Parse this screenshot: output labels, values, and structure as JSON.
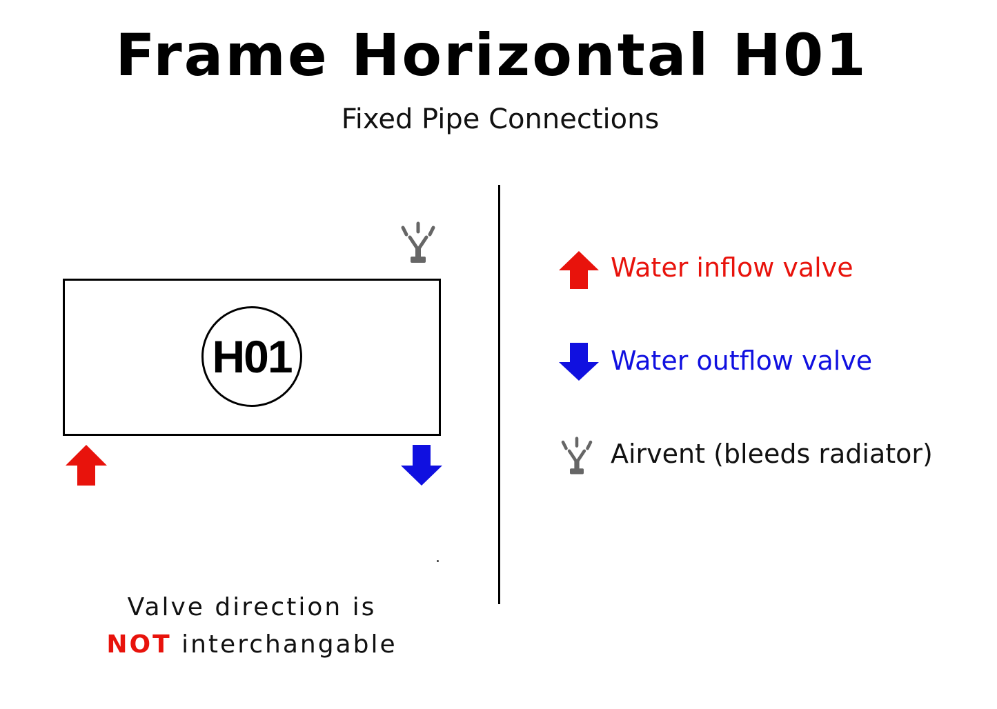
{
  "header": {
    "title": "Frame Horizontal H01",
    "subtitle": "Fixed Pipe Connections"
  },
  "diagram": {
    "badge_label": "H01",
    "icons": {
      "inflow": "arrow-up-icon",
      "outflow": "arrow-down-icon",
      "airvent": "airvent-icon"
    }
  },
  "legend": {
    "items": [
      {
        "icon": "arrow-up-icon",
        "label": "Water inflow valve",
        "color": "#e8130c"
      },
      {
        "icon": "arrow-down-icon",
        "label": "Water outflow valve",
        "color": "#1010e0"
      },
      {
        "icon": "airvent-icon",
        "label": "Airvent (bleeds radiator)",
        "color": "#111111"
      }
    ]
  },
  "note": {
    "line1": "Valve direction is",
    "emphasis": "NOT",
    "line2_rest": " interchangable"
  },
  "colors": {
    "inflow": "#e8130c",
    "outflow": "#1010e0",
    "airvent": "#666666",
    "outline": "#000000"
  }
}
